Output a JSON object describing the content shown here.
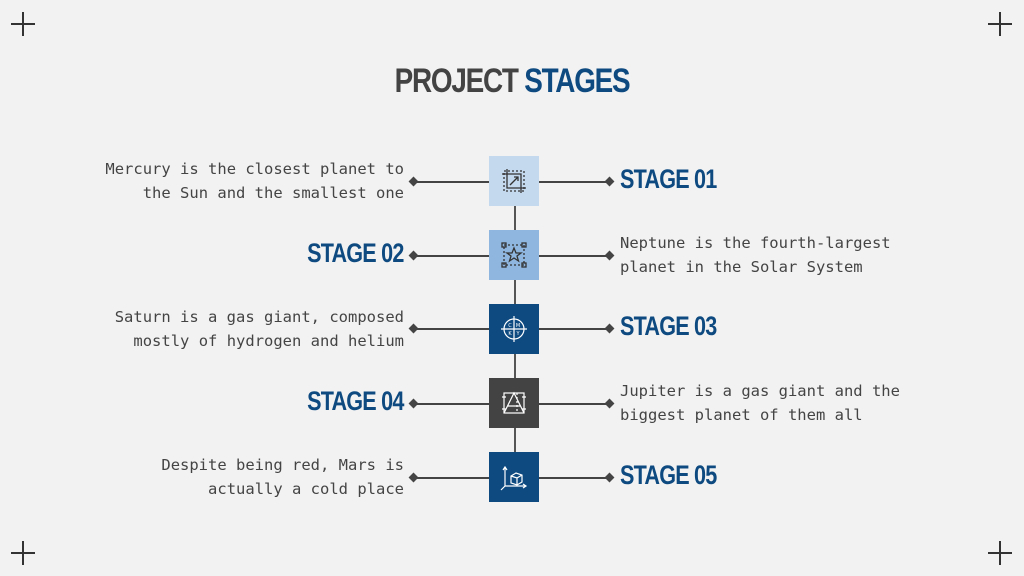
{
  "title": {
    "word1": "PROJECT",
    "word2": "STAGES"
  },
  "colors": {
    "accent": "#0e4a80",
    "light": "#c5d9ee",
    "mid": "#8fb6df",
    "dark": "#434343",
    "bg": "#f2f2f2"
  },
  "stages": [
    {
      "label": "STAGE 01",
      "description": "Mercury is the closest planet to the Sun and the smallest one",
      "icon": "crop-icon"
    },
    {
      "label": "STAGE 02",
      "description": "Neptune is the fourth-largest planet in the Solar System",
      "icon": "star-select-icon"
    },
    {
      "label": "STAGE 03",
      "description": "Saturn is a gas giant, composed mostly of hydrogen and helium",
      "icon": "cmyk-icon"
    },
    {
      "label": "STAGE 04",
      "description": "Jupiter is a gas giant and the biggest planet of them all",
      "icon": "blueprint-icon"
    },
    {
      "label": "STAGE 05",
      "description": "Despite being red, Mars is actually a cold place",
      "icon": "3d-cube-icon"
    }
  ]
}
